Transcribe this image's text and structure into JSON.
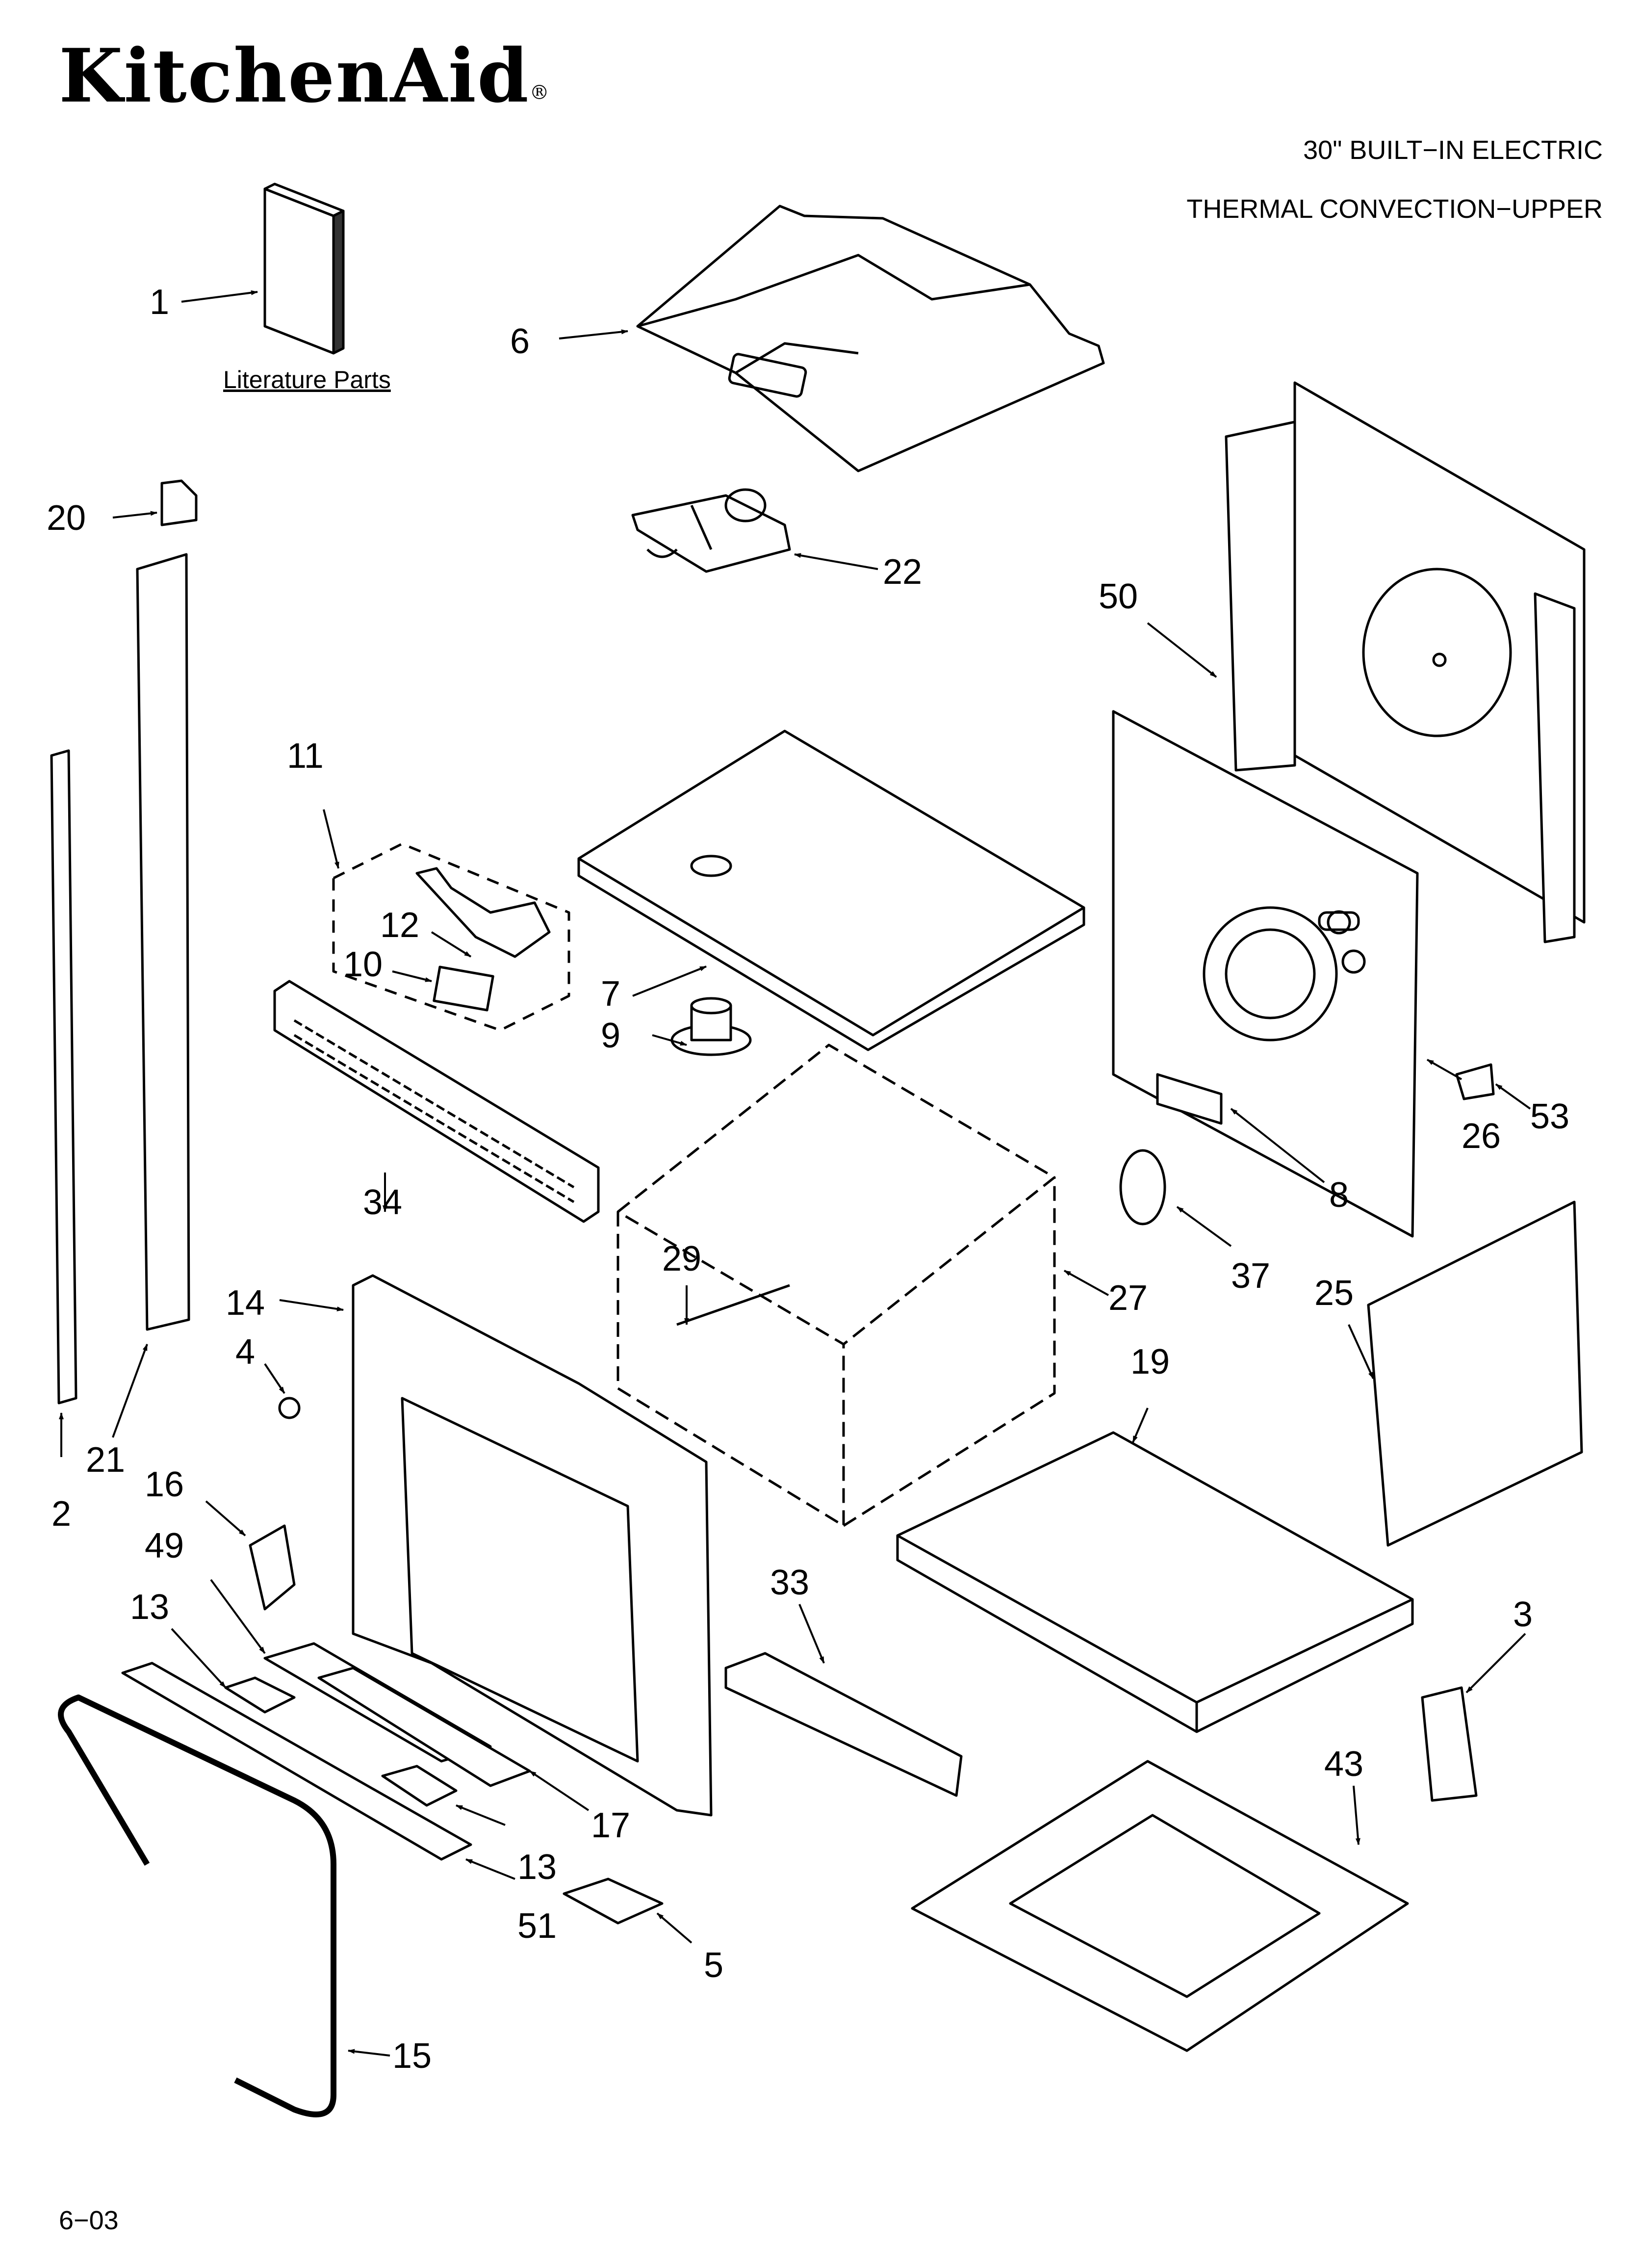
{
  "brand": {
    "name": "KitchenAid",
    "mark": "®"
  },
  "header": {
    "line1": "30\" BUILT−IN ELECTRIC",
    "line2": "THERMAL CONVECTION−UPPER"
  },
  "literature_label": "Literature Parts",
  "footer": {
    "date": "6−03"
  },
  "callouts": [
    {
      "id": "c1",
      "label": "1"
    },
    {
      "id": "c6",
      "label": "6"
    },
    {
      "id": "c20",
      "label": "20"
    },
    {
      "id": "c22",
      "label": "22"
    },
    {
      "id": "c50",
      "label": "50"
    },
    {
      "id": "c11",
      "label": "11"
    },
    {
      "id": "c12",
      "label": "12"
    },
    {
      "id": "c10",
      "label": "10"
    },
    {
      "id": "c7",
      "label": "7"
    },
    {
      "id": "c9",
      "label": "9"
    },
    {
      "id": "c34",
      "label": "34"
    },
    {
      "id": "c53",
      "label": "53"
    },
    {
      "id": "c26",
      "label": "26"
    },
    {
      "id": "c8",
      "label": "8"
    },
    {
      "id": "c29",
      "label": "29"
    },
    {
      "id": "c27",
      "label": "27"
    },
    {
      "id": "c37",
      "label": "37"
    },
    {
      "id": "c25",
      "label": "25"
    },
    {
      "id": "c14",
      "label": "14"
    },
    {
      "id": "c4",
      "label": "4"
    },
    {
      "id": "c21",
      "label": "21"
    },
    {
      "id": "c2",
      "label": "2"
    },
    {
      "id": "c19",
      "label": "19"
    },
    {
      "id": "c16",
      "label": "16"
    },
    {
      "id": "c49",
      "label": "49"
    },
    {
      "id": "c13a",
      "label": "13"
    },
    {
      "id": "c33",
      "label": "33"
    },
    {
      "id": "c3",
      "label": "3"
    },
    {
      "id": "c43",
      "label": "43"
    },
    {
      "id": "c17",
      "label": "17"
    },
    {
      "id": "c13b",
      "label": "13"
    },
    {
      "id": "c51",
      "label": "51"
    },
    {
      "id": "c5",
      "label": "5"
    },
    {
      "id": "c15",
      "label": "15"
    }
  ]
}
